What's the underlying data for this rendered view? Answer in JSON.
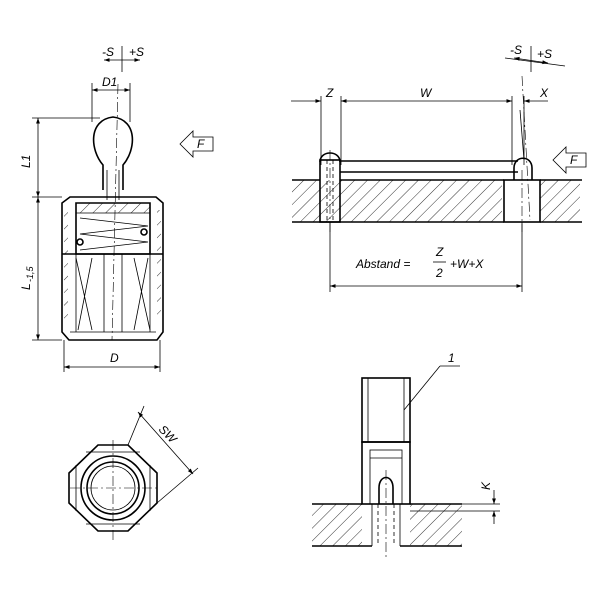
{
  "labels": {
    "minus_s": "-S",
    "plus_s": "+S",
    "d1": "D1",
    "f": "F",
    "l1": "L1",
    "l": "L",
    "l_sub": "-1,5",
    "d": "D",
    "sw": "SW",
    "z": "Z",
    "w": "W",
    "x": "X",
    "abstand": "Abstand =",
    "frac_num": "Z",
    "frac_den": "2",
    "formula_rest": "+W+X",
    "part1": "1",
    "k": "K"
  }
}
